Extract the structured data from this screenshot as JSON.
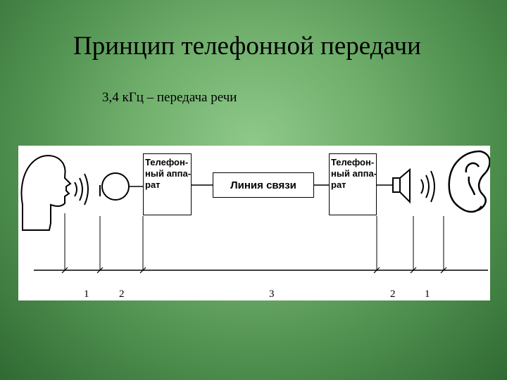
{
  "title": "Принцип телефонной передачи",
  "subtitle": "3,4 кГц – передача речи",
  "diagram": {
    "box_left_label": "Телефон-\nный аппа-\nрат",
    "box_right_label": "Телефон-\nный аппа-\nрат",
    "line_label": "Линия связи",
    "segment_labels": [
      "1",
      "2",
      "3",
      "2",
      "1"
    ],
    "icons": [
      "speaker-head-icon",
      "microphone-icon",
      "loudspeaker-icon",
      "ear-icon"
    ]
  }
}
